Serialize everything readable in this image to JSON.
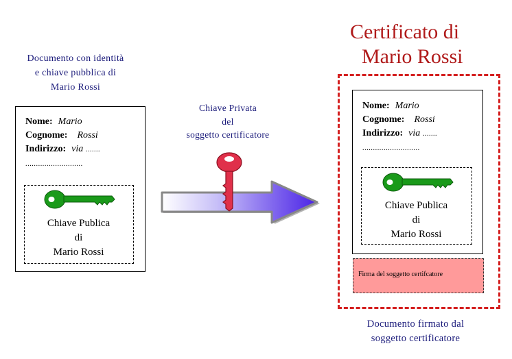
{
  "left_document": {
    "caption": [
      "Documento con identità",
      "e chiave pubblica di",
      "Mario Rossi"
    ],
    "fields": [
      {
        "label": "Nome:",
        "value": "Mario"
      },
      {
        "label": "Cognome:",
        "value": "Rossi"
      },
      {
        "label": "Indirizzo:",
        "value": "via",
        "dots": "......."
      }
    ],
    "dotted_line": "...........................",
    "public_key": {
      "icon": "green-key-icon",
      "caption": [
        "Chiave Publica",
        "di",
        "Mario Rossi"
      ]
    }
  },
  "arrow": {
    "caption": [
      "Chiave Privata",
      "del",
      "soggetto certificatore"
    ],
    "icon": "red-key-icon"
  },
  "certificate": {
    "title": [
      "Certificato di",
      "Mario Rossi"
    ],
    "fields": [
      {
        "label": "Nome:",
        "value": "Mario"
      },
      {
        "label": "Cognome:",
        "value": "Rossi"
      },
      {
        "label": "Indirizzo:",
        "value": "via",
        "dots": "......."
      }
    ],
    "dotted_line": "...........................",
    "public_key": {
      "icon": "green-key-icon",
      "caption": [
        "Chiave Publica",
        "di",
        "Mario Rossi"
      ]
    },
    "signature": "Firma del soggetto certifcatore",
    "caption": [
      "Documento firmato dal",
      "soggetto certificatore"
    ]
  },
  "colors": {
    "caption_blue": "#1a1a7a",
    "title_red": "#b01a1a",
    "dashed_red": "#d42020",
    "signature_fill": "#ff9a9a",
    "green_key": "#1a9a1a",
    "red_key": "#e0304a",
    "arrow_gradient": [
      "#ffffff",
      "#4a22e6"
    ]
  }
}
